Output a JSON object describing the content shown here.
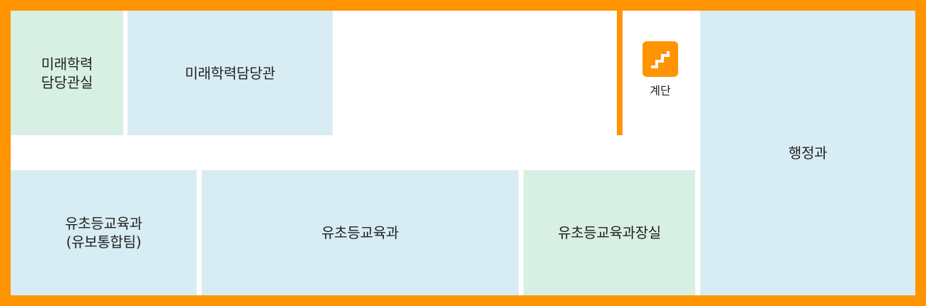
{
  "colors": {
    "border": "#ff9400",
    "room_blue": "#d8edf3",
    "room_green": "#d8f0e4",
    "corridor": "#ffffff"
  },
  "rooms": {
    "future_director": {
      "label": "미래학력\n담당관실",
      "color": "green"
    },
    "future_office": {
      "label": "미래학력담당관",
      "color": "blue"
    },
    "elem_team": {
      "label": "유초등교육과\n(유보통합팀)",
      "color": "blue"
    },
    "elem_main": {
      "label": "유초등교육과",
      "color": "blue"
    },
    "elem_director": {
      "label": "유초등교육과장실",
      "color": "green"
    },
    "admin": {
      "label": "행정과",
      "color": "blue"
    }
  },
  "stairs": {
    "label": "계단",
    "icon": "stairs-icon"
  }
}
